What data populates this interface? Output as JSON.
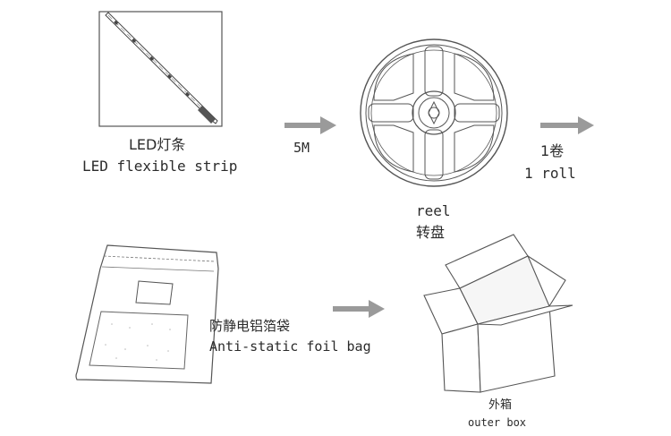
{
  "steps": {
    "strip": {
      "label_zh": "LED灯条",
      "label_en": "LED flexible strip"
    },
    "arrow1": {
      "label": "5M"
    },
    "reel": {
      "label_en": "reel",
      "label_zh": "转盘"
    },
    "arrow2": {
      "label_zh": "1卷",
      "label_en": "1 roll"
    },
    "bag": {
      "label_zh": "防静电铝箔袋",
      "label_en": "Anti-static foil bag"
    },
    "box": {
      "label_zh": "外箱",
      "label_en": "outer box"
    }
  },
  "colors": {
    "line": "#555555",
    "arrow": "#9a9a9a",
    "text": "#2b2b2b"
  }
}
